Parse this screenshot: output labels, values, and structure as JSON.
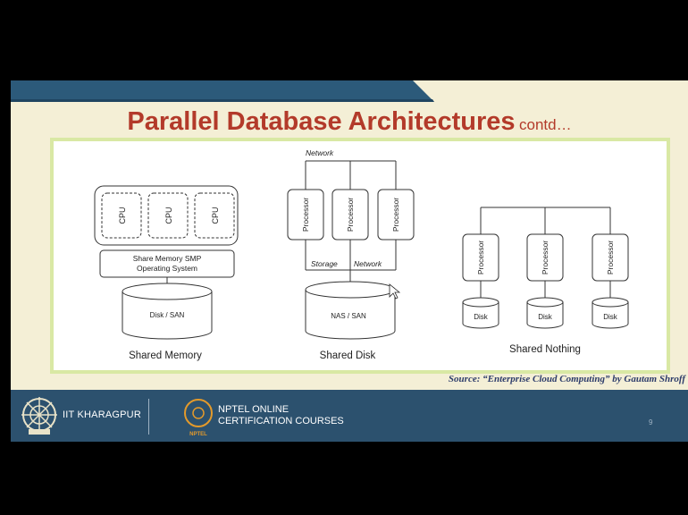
{
  "slide": {
    "title": "Parallel Database Architectures",
    "title_suffix": "contd…",
    "source": "Source: “Enterprise Cloud Computing”  by Gautam Shroff",
    "slide_number": "9"
  },
  "diagrams": {
    "shared_memory": {
      "caption": "Shared Memory",
      "cpus": [
        "CPU",
        "CPU",
        "CPU"
      ],
      "os_box": [
        "Share Memory SMP",
        "Operating System"
      ],
      "disk": "Disk / SAN"
    },
    "shared_disk": {
      "caption": "Shared Disk",
      "network_label": "Network",
      "processors": [
        "Processor",
        "Processor",
        "Processor"
      ],
      "storage_label": "Storage",
      "storage_network_label": "Network",
      "disk": "NAS / SAN"
    },
    "shared_nothing": {
      "caption": "Shared Nothing",
      "processors": [
        "Processor",
        "Processor",
        "Processor"
      ],
      "disks": [
        "Disk",
        "Disk",
        "Disk"
      ]
    }
  },
  "footer": {
    "institute": "IIT KHARAGPUR",
    "course_line1": "NPTEL ONLINE",
    "course_line2": "CERTIFICATION COURSES",
    "nptel_mark": "NPTEL"
  },
  "colors": {
    "title": "#b33a2a",
    "band_teal": "#2c5a7a",
    "footer": "#2c516e",
    "frame_border": "#d9e8a4",
    "accent_orange": "#e39a2b"
  }
}
